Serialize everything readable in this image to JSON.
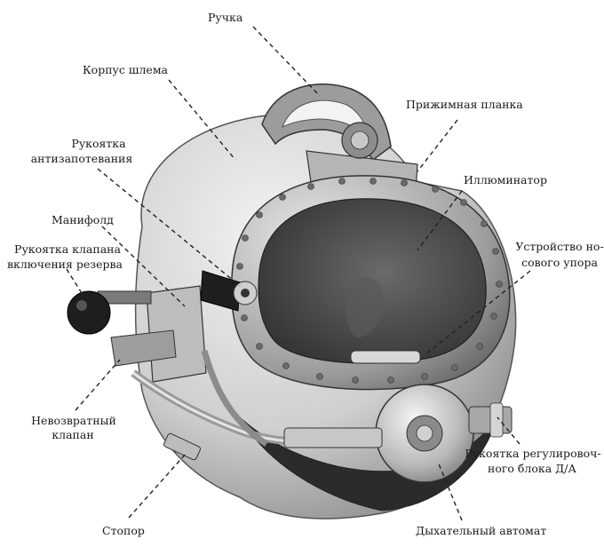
{
  "figure": {
    "labels": {
      "handle": "Ручка",
      "helmet_shell": "Корпус шлема",
      "clamp_plate": "Прижимная планка",
      "defog_knob_1": "Рукоятка",
      "defog_knob_2": "антизапотевания",
      "viewport": "Иллюминатор",
      "manifold": "Манифолд",
      "nose_device_1": "Устройство но-",
      "nose_device_2": "сового упора",
      "reserve_valve_1": "Рукоятка клапана",
      "reserve_valve_2": "включения резерва",
      "check_valve_1": "Невозвратный",
      "check_valve_2": "клапан",
      "regulator_knob_1": "Рукоятка регулировоч-",
      "regulator_knob_2": "ного блока Д/А",
      "stopper": "Стопор",
      "demand_regulator": "Дыхательный автомат"
    }
  }
}
